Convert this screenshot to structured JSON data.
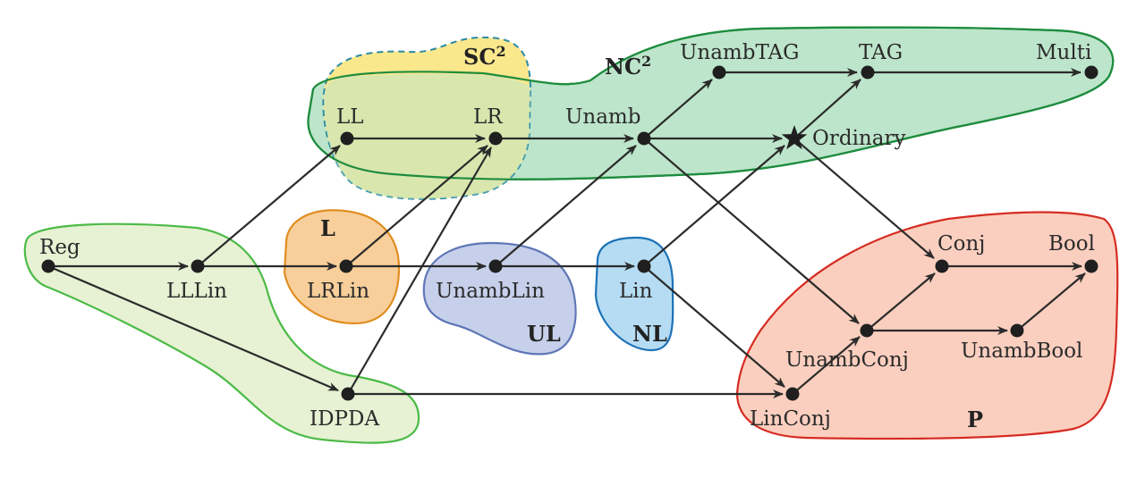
{
  "colors": {
    "nc2_fill": "#bde5cb",
    "nc2_stroke": "#1e8c3e",
    "sc2_fill": "#fbe88d",
    "sc2_stroke": "#2b8aa3",
    "lin_fill": "#e7f1d3",
    "lin_stroke": "#4cbb47",
    "l_fill": "#f8cf9a",
    "l_stroke": "#e08d22",
    "ul_fill": "#c7d0ea",
    "ul_stroke": "#5f77b7",
    "nl_fill": "#b5dcf3",
    "nl_stroke": "#1d72b6",
    "p_fill": "#fbcfbf",
    "p_stroke": "#d62c22",
    "edge": "#2b2b2b",
    "node": "#1f1f1f"
  },
  "regions": {
    "nc2": {
      "label": "NC",
      "sup": "2"
    },
    "sc2": {
      "label": "SC",
      "sup": "2"
    },
    "l": {
      "label": "L"
    },
    "ul": {
      "label": "UL"
    },
    "nl": {
      "label": "NL"
    },
    "p": {
      "label": "P"
    }
  },
  "nodes": {
    "reg": {
      "label": "Reg"
    },
    "lllin": {
      "label": "LLLin"
    },
    "lrlin": {
      "label": "LRLin"
    },
    "unamblin": {
      "label": "UnambLin"
    },
    "lin": {
      "label": "Lin"
    },
    "idpda": {
      "label": "IDPDA"
    },
    "ll": {
      "label": "LL"
    },
    "lr": {
      "label": "LR"
    },
    "unamb": {
      "label": "Unamb"
    },
    "unambtag": {
      "label": "UnambTAG"
    },
    "tag": {
      "label": "TAG"
    },
    "multi": {
      "label": "Multi"
    },
    "ordinary": {
      "label": "Ordinary",
      "icon": "star-icon"
    },
    "conj": {
      "label": "Conj"
    },
    "bool": {
      "label": "Bool"
    },
    "unambconj": {
      "label": "UnambConj"
    },
    "unambbool": {
      "label": "UnambBool"
    },
    "linconj": {
      "label": "LinConj"
    }
  }
}
